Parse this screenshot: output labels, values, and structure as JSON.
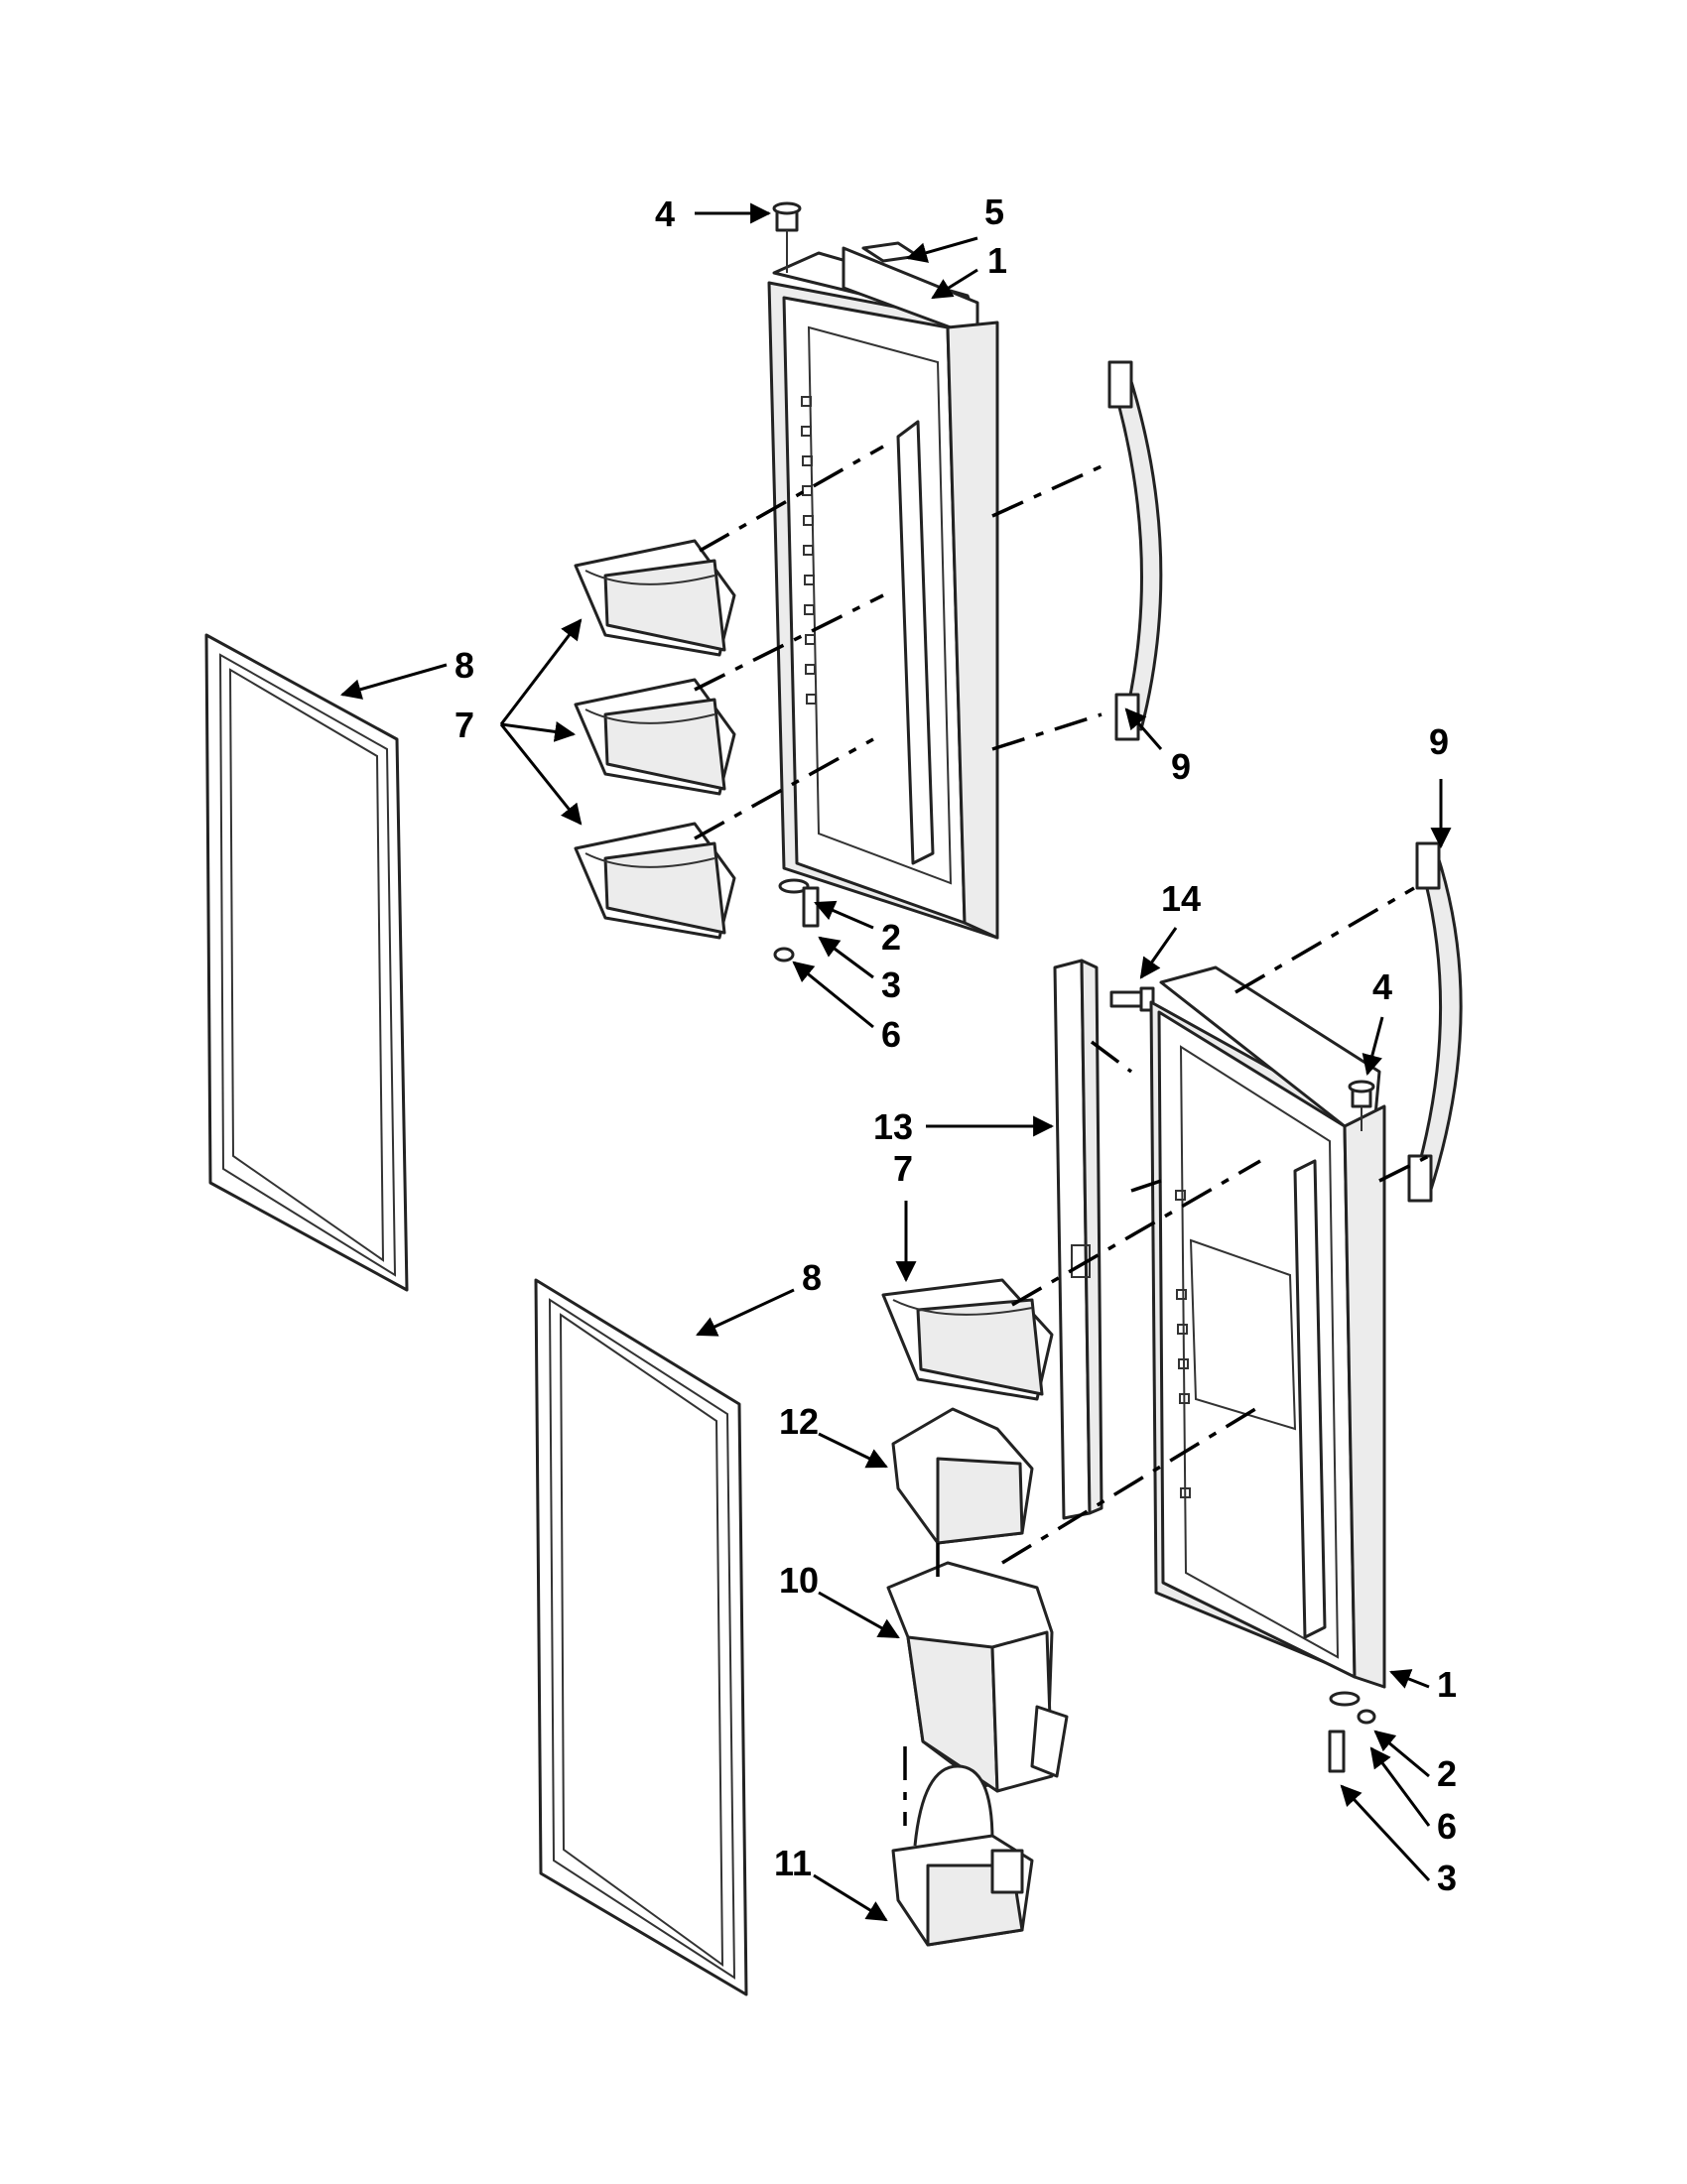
{
  "callouts": {
    "c4a": "4",
    "c5": "5",
    "c1a": "1",
    "c8a": "8",
    "c7a": "7",
    "c9a": "9",
    "c2a": "2",
    "c3a": "3",
    "c6a": "6",
    "c9b": "9",
    "c14": "14",
    "c4b": "4",
    "c13": "13",
    "c7b": "7",
    "c8b": "8",
    "c12": "12",
    "c10": "10",
    "c1b": "1",
    "c2b": "2",
    "c11": "11",
    "c6b": "6",
    "c3b": "3"
  },
  "colors": {
    "line": "#000000",
    "part_shade": "#ececec"
  }
}
